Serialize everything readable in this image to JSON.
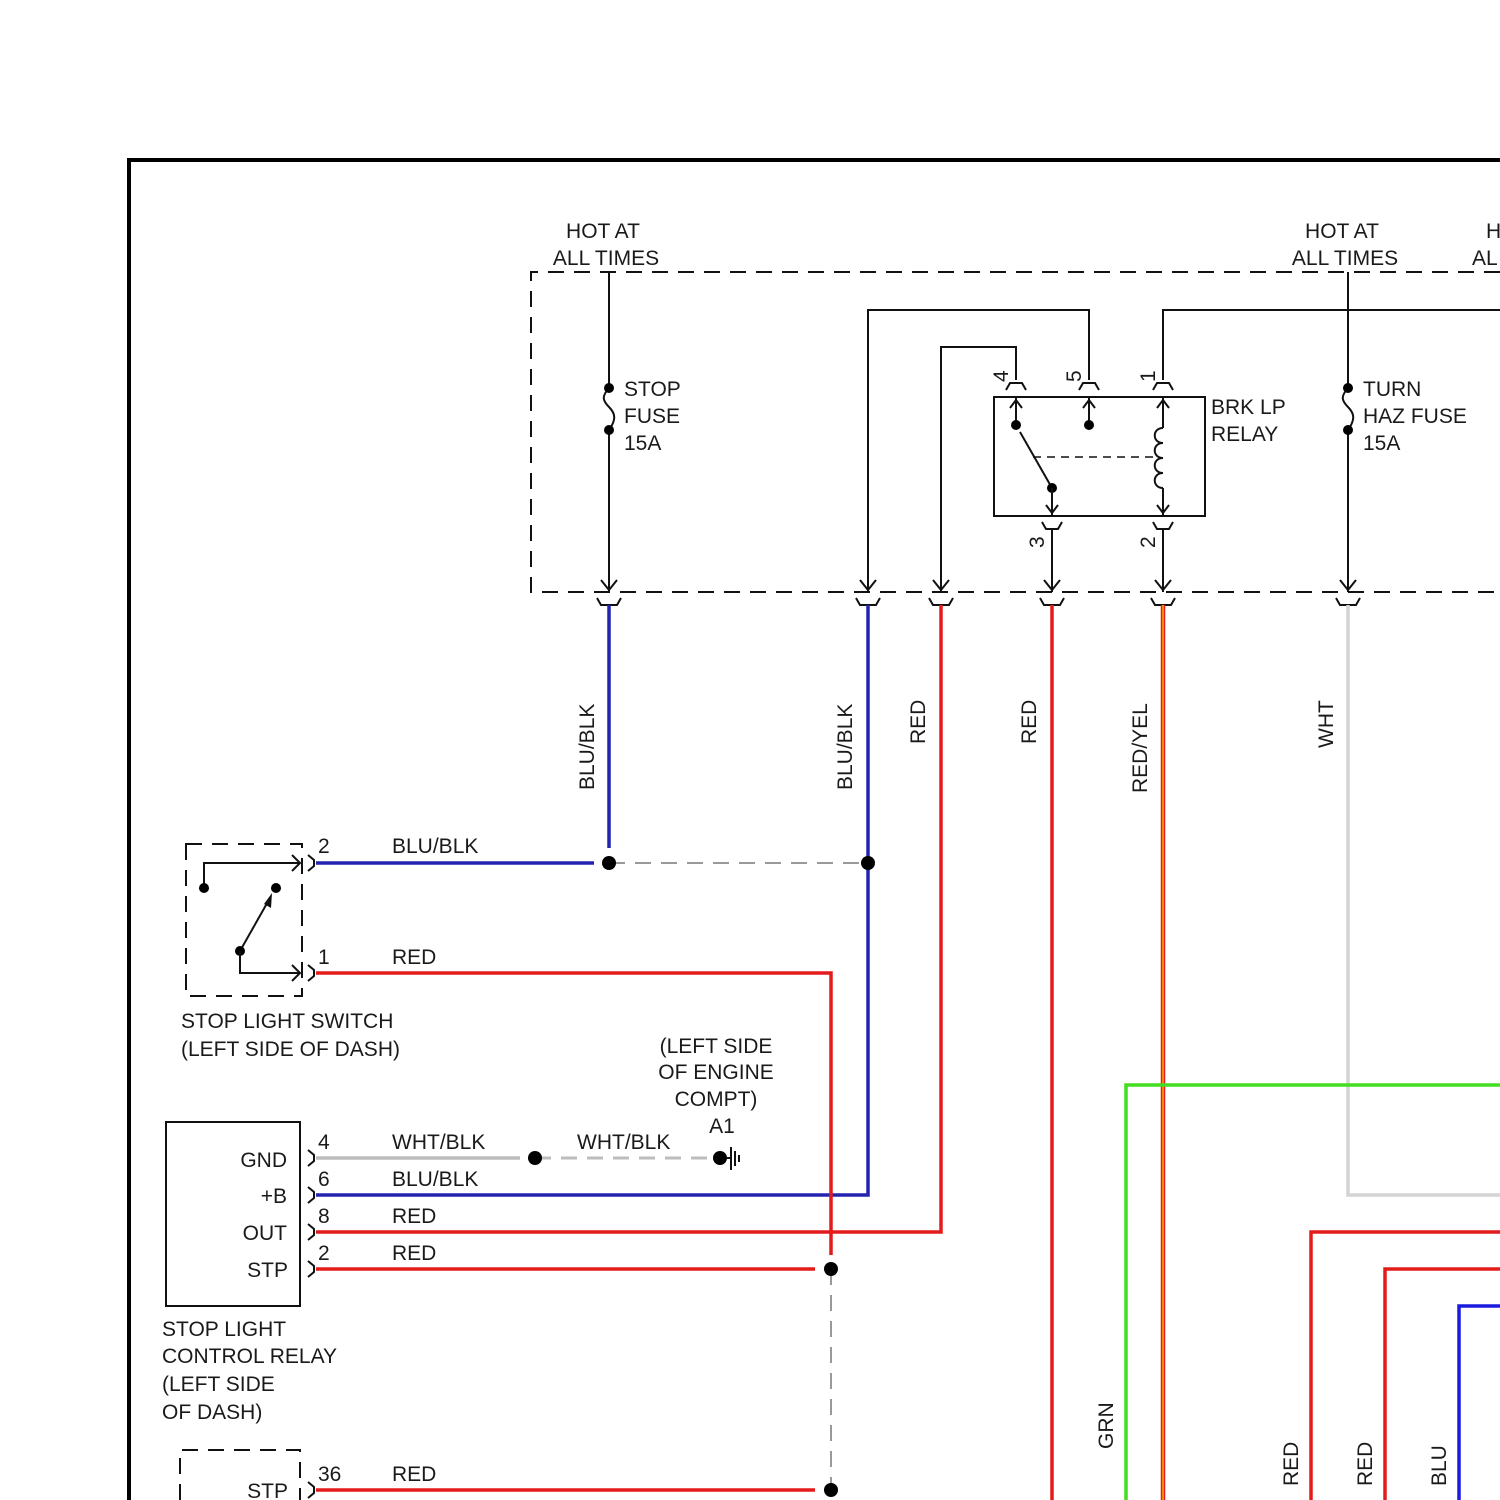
{
  "colors": {
    "blu_blk": "#2323b0",
    "red": "#e31b1b",
    "red_yel_main": "#e31b1b",
    "red_yel_stripe": "#f6d400",
    "wht": "#d4d4d4",
    "grn": "#44dd22",
    "blu": "#1b1be0",
    "wht_blk": "#bdbdbd"
  },
  "power": {
    "left": [
      "HOT AT",
      "ALL TIMES"
    ],
    "right": [
      "HOT AT",
      "ALL TIMES"
    ],
    "edge": [
      "H",
      "AL"
    ]
  },
  "stop_fuse": [
    "STOP",
    "FUSE",
    "15A"
  ],
  "turn_fuse": [
    "TURN",
    "HAZ FUSE",
    "15A"
  ],
  "relay": {
    "label": [
      "BRK LP",
      "RELAY"
    ],
    "pins": [
      "4",
      "5",
      "1",
      "3",
      "2"
    ]
  },
  "wire_labels": {
    "blu_blk_1": "BLU/BLK",
    "blu_blk_2": "BLU/BLK",
    "red_1": "RED",
    "red_2": "RED",
    "red_yel": "RED/YEL",
    "wht": "WHT",
    "grn": "GRN",
    "red_3": "RED",
    "red_4": "RED",
    "blu": "BLU"
  },
  "stop_light_switch": {
    "label": [
      "STOP LIGHT SWITCH",
      "(LEFT SIDE OF DASH)"
    ],
    "pin2": "2",
    "pin2_wire": "BLU/BLK",
    "pin1": "1",
    "pin1_wire": "RED"
  },
  "ground": {
    "location": [
      "(LEFT SIDE",
      "OF ENGINE",
      "COMPT)"
    ],
    "id": "A1",
    "wire": "WHT/BLK"
  },
  "control_relay": {
    "label": [
      "STOP LIGHT",
      "CONTROL RELAY",
      "(LEFT SIDE",
      "OF DASH)"
    ],
    "terminals": [
      {
        "name": "GND",
        "pin": "4",
        "wire": "WHT/BLK"
      },
      {
        "name": "+B",
        "pin": "6",
        "wire": "BLU/BLK"
      },
      {
        "name": "OUT",
        "pin": "8",
        "wire": "RED"
      },
      {
        "name": "STP",
        "pin": "2",
        "wire": "RED"
      }
    ]
  },
  "bottom_module": {
    "terminal": "STP",
    "pin": "36",
    "wire": "RED"
  }
}
